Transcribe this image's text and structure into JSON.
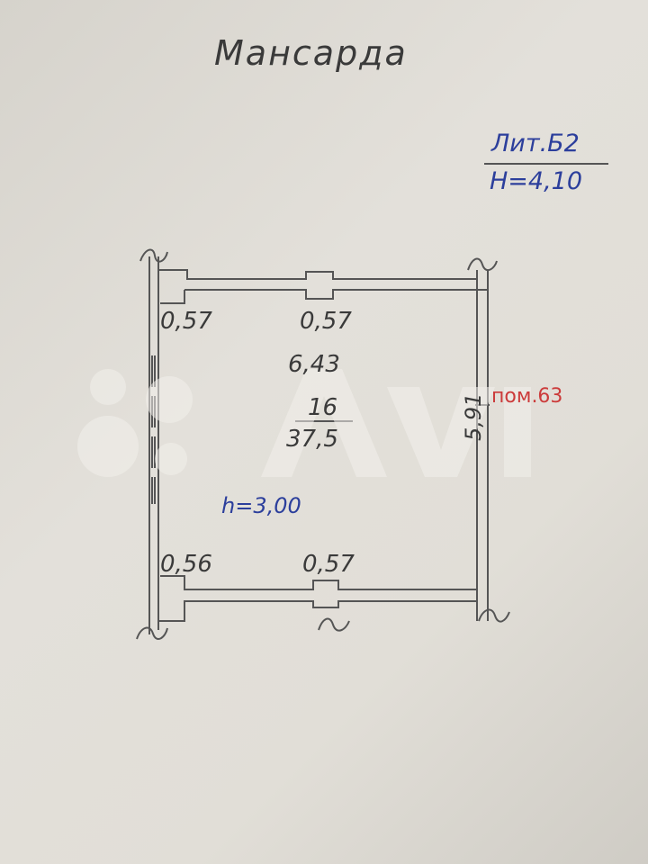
{
  "title": "Мансарда",
  "lit": {
    "label": "Лит.Б2",
    "height": "H=4,10"
  },
  "room": {
    "number": "16",
    "area": "37,5",
    "ceiling_height": "h=3,00",
    "label": "пом.63"
  },
  "dimensions": {
    "top_left": "0,57",
    "top_middle": "0,57",
    "length": "6,43",
    "bottom_left": "0,56",
    "bottom_middle": "0,57",
    "side": "5,91"
  },
  "colors": {
    "line": "#555555",
    "blue_text": "#2c3f9c",
    "red_text": "#cc3b3b"
  }
}
